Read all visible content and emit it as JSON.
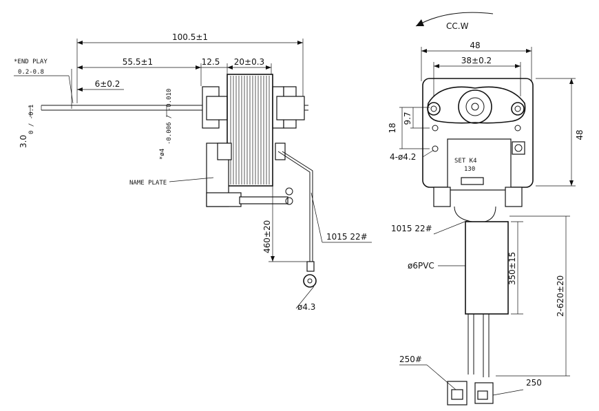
{
  "labels": {
    "rotation": "CC.W",
    "end_play_line1": "*END PLAY",
    "end_play_line2": "0.2-0.8",
    "overall_length": "100.5±1",
    "dim_55": "55.5±1",
    "dim_12": "12.5",
    "dim_20": "20±0.3",
    "dim_6": "6±0.2",
    "dim_3": "3.0",
    "dim_3_tol": "0 / -0.1",
    "shaft_dia": "*ø4",
    "shaft_tol": "-0.006 / -0.010",
    "name_plate": "NAME PLATE",
    "lead_460": "460±20",
    "wire_left": "1015 22#",
    "ring_dia": "ø4.3",
    "width_48": "48",
    "hole_spacing": "38±0.2",
    "height_48": "48",
    "dim_18": "18",
    "dim_97": "9.7",
    "holes": "4-ø4.2",
    "set_line1": "SET K4",
    "set_line2": "130",
    "wire_right": "1015 22#",
    "pvc": "ø6PVC",
    "dim_350": "350±15",
    "dim_620": "2-620±20",
    "terminal_left": "250#",
    "terminal_right": "250"
  }
}
